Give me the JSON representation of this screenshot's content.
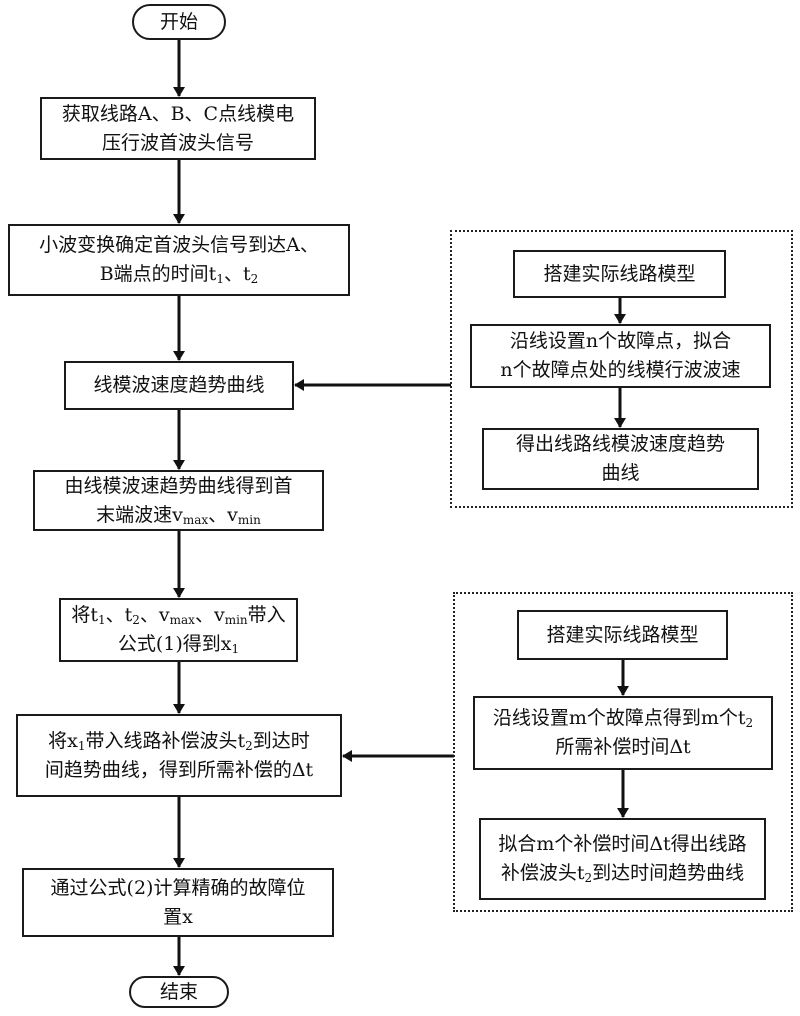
{
  "start": "开始",
  "end": "结束",
  "main_steps": [
    {
      "id": "step1",
      "lines": [
        [
          "获取线路A、B、C点线模电"
        ],
        [
          "压行波首波头信号"
        ]
      ]
    },
    {
      "id": "step2",
      "lines": [
        [
          "小波变换确定首波头信号到达A、"
        ],
        [
          "B端点的时间t",
          "1",
          "、t",
          "2",
          ""
        ]
      ]
    },
    {
      "id": "step3",
      "lines": [
        [
          "线模波速度趋势曲线"
        ]
      ]
    },
    {
      "id": "step4",
      "lines": [
        [
          "由线模波速趋势曲线得到首"
        ],
        [
          "末端波速v",
          "max",
          "、v",
          "min",
          ""
        ]
      ]
    },
    {
      "id": "step5",
      "lines": [
        [
          "将t",
          "1",
          "、t",
          "2",
          "、v",
          "max",
          "、v",
          "min",
          "带入"
        ],
        [
          "公式(1)得到x",
          "1",
          ""
        ]
      ]
    },
    {
      "id": "step6",
      "lines": [
        [
          "将x",
          "1",
          "带入线路补偿波头t",
          "2",
          "到达时"
        ],
        [
          "间趋势曲线，得到所需补偿的Δt"
        ]
      ]
    },
    {
      "id": "step7",
      "lines": [
        [
          "通过公式(2)计算精确的故障位"
        ],
        [
          "置x"
        ]
      ]
    }
  ],
  "side_groups": [
    {
      "id": "group-wave-velocity",
      "target": "step3",
      "steps": [
        {
          "lines": [
            [
              "搭建实际线路模型"
            ]
          ]
        },
        {
          "lines": [
            [
              "沿线设置n个故障点，拟合"
            ],
            [
              "n个故障点处的线模行波波速"
            ]
          ]
        },
        {
          "lines": [
            [
              "得出线路线模波速度趋势"
            ],
            [
              "曲线"
            ]
          ]
        }
      ]
    },
    {
      "id": "group-time-compensation",
      "target": "step6",
      "steps": [
        {
          "lines": [
            [
              "搭建实际线路模型"
            ]
          ]
        },
        {
          "lines": [
            [
              "沿线设置m个故障点得到m个t",
              "2",
              ""
            ],
            [
              "所需补偿时间Δt"
            ]
          ]
        },
        {
          "lines": [
            [
              "拟合m个补偿时间Δt得出线路"
            ],
            [
              "补偿波头t",
              "2",
              "到达时间趋势曲线"
            ]
          ]
        }
      ]
    }
  ]
}
